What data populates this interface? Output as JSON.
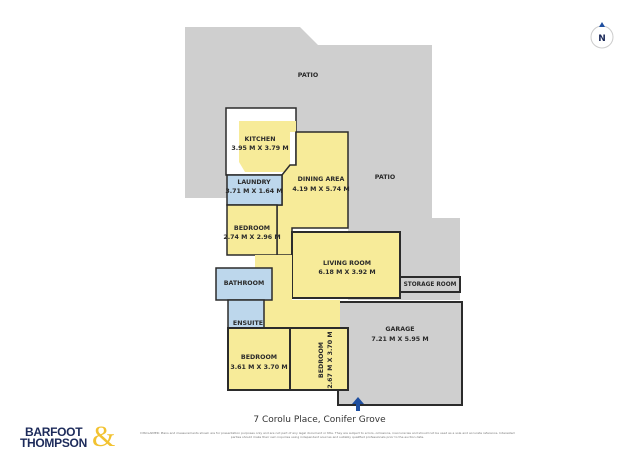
{
  "plan": {
    "address": "7 Corolu Place, Conifer Grove",
    "disclaimer": "DISCLAIMER: Plans and measurements shown are for presentation purposes only and are not part of any legal document or title. They are subject to errors, omissions, inaccuracies and should not be used as a sole and accurate reference. Interested parties should make their own inquiries using independent sources and suitably qualified professionals prior to the auction date.",
    "compass_label": "N",
    "rooms": {
      "patio_top": {
        "name": "PATIO"
      },
      "patio_side": {
        "name": "PATIO"
      },
      "kitchen": {
        "name": "KITCHEN",
        "size": "3.95 M X 3.79 M"
      },
      "laundry": {
        "name": "LAUNDRY",
        "size": "3.71 M X 1.64 M"
      },
      "dining": {
        "name": "DINING AREA",
        "size": "4.19 M X 5.74 M"
      },
      "bedroom1": {
        "name": "BEDROOM",
        "size": "2.74 M X 2.96 M"
      },
      "living": {
        "name": "LIVING ROOM",
        "size": "6.18 M X 3.92 M"
      },
      "storage": {
        "name": "STORAGE ROOM"
      },
      "bathroom": {
        "name": "BATHROOM"
      },
      "ensuite": {
        "name": "ENSUITE"
      },
      "garage": {
        "name": "GARAGE",
        "size": "7.21 M X 5.95 M"
      },
      "bedroom2": {
        "name": "BEDROOM",
        "size": "3.61 M X 3.70 M"
      },
      "bedroom3": {
        "name": "BEDROOM",
        "size": "2.67 M X 3.70 M"
      }
    },
    "colors": {
      "living": "#f7eb99",
      "wet": "#bdd7ec",
      "outdoor": "#cfcfcf",
      "wall": "#2b2b2b",
      "entry_arrow": "#1f4fa0"
    }
  },
  "brand": {
    "line1": "BARFOOT",
    "line2": "THOMPSON",
    "amp": "&"
  }
}
